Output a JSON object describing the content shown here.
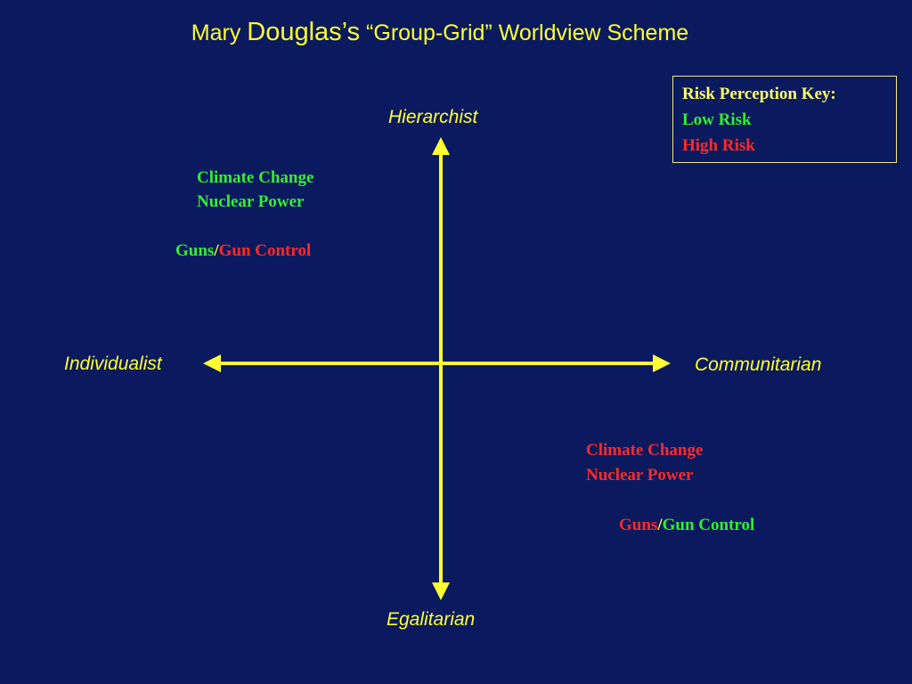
{
  "title": {
    "part1": "Mary ",
    "part2": "Douglas’s",
    "part3": " “Group-Grid” Worldview Scheme"
  },
  "axes": {
    "top": "Hierarchist",
    "bottom": "Egalitarian",
    "left": "Individualist",
    "right": "Communitarian"
  },
  "key": {
    "title": "Risk Perception Key:",
    "low": "Low Risk",
    "high": "High Risk"
  },
  "upper_left": {
    "line1": "Climate Change",
    "line2": "Nuclear Power",
    "guns": "Guns",
    "slash": "/",
    "gun_control": "Gun Control"
  },
  "lower_right": {
    "line1": "Climate Change",
    "line2": "Nuclear Power",
    "guns": "Guns",
    "slash": "/",
    "gun_control": "Gun Control"
  },
  "colors": {
    "background": "#0b1a5e",
    "axis": "#ffff33",
    "low_risk": "#33ee33",
    "high_risk": "#ff2a2a"
  }
}
